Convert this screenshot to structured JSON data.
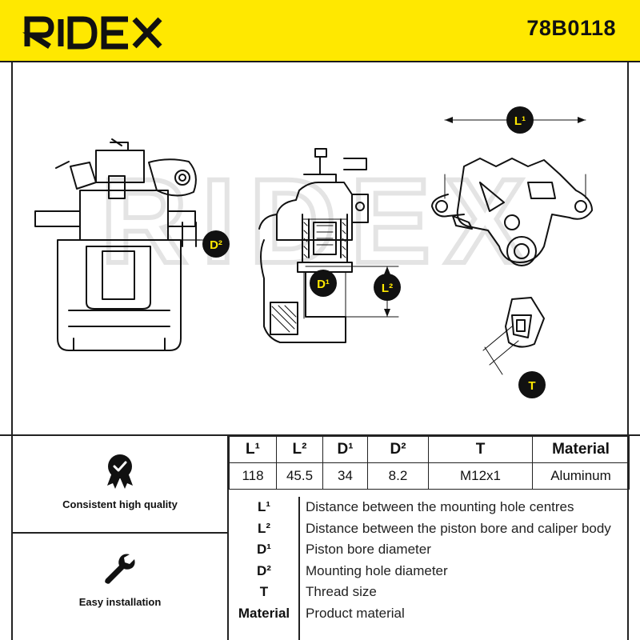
{
  "header": {
    "brand": "RIDEX",
    "part_number": "78B0118"
  },
  "drawing": {
    "watermark": "RIDEX",
    "labels": {
      "d2": "D²",
      "d1": "D¹",
      "l2": "L²",
      "l1": "L¹",
      "t": "T"
    }
  },
  "features": [
    {
      "label": "Consistent high quality",
      "icon": "quality-badge-icon"
    },
    {
      "label": "Easy installation",
      "icon": "wrench-icon"
    }
  ],
  "specs": {
    "headers": [
      "L¹",
      "L²",
      "D¹",
      "D²",
      "T",
      "Material"
    ],
    "values": [
      "118",
      "45.5",
      "34",
      "8.2",
      "M12x1",
      "Aluminum"
    ]
  },
  "legend": [
    {
      "symbol": "L¹",
      "description": "Distance between the mounting hole centres"
    },
    {
      "symbol": "L²",
      "description": "Distance between the piston bore and caliper body"
    },
    {
      "symbol": "D¹",
      "description": "Piston bore diameter"
    },
    {
      "symbol": "D²",
      "description": "Mounting hole diameter"
    },
    {
      "symbol": "T",
      "description": "Thread size"
    },
    {
      "symbol": "Material",
      "description": "Product material"
    }
  ],
  "colors": {
    "brand_yellow": "#ffe800",
    "ink": "#111111",
    "watermark": "#e6e6e6"
  }
}
